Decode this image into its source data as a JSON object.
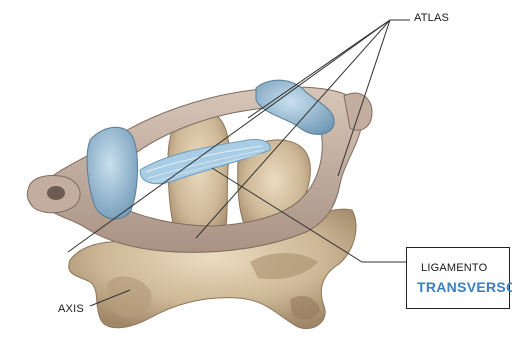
{
  "labels": {
    "atlas": "ATLAS",
    "axis": "AXIS",
    "ligament_line1": "LIGAMENTO",
    "ligament_line2": "TRANSVERSO"
  },
  "colors": {
    "bone": "#c9b494",
    "bone_shadow": "#a38c6c",
    "bone_light": "#e4d6bb",
    "atlas_ring": "#b9a597",
    "cartilage": "#8fb3cc",
    "ligament": "#9cc3dd",
    "accent_text": "#3a7fc2",
    "leader_line": "#333333"
  }
}
